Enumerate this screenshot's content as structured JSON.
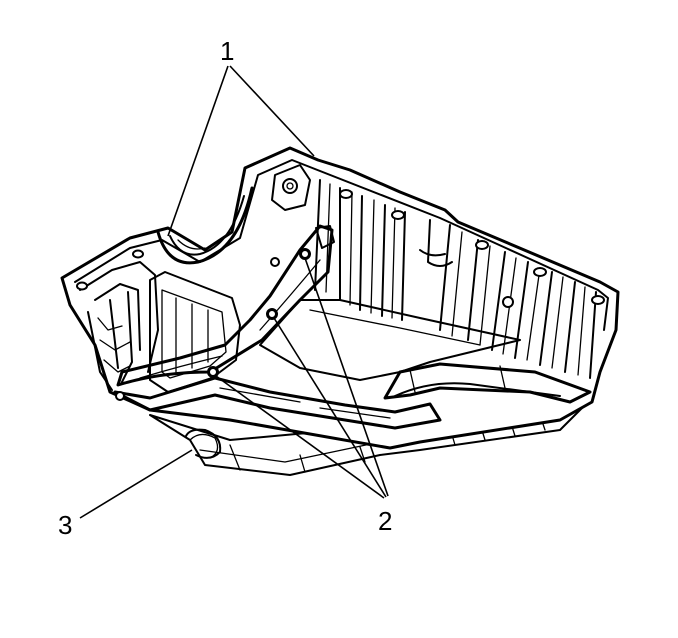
{
  "callouts": {
    "one": "1",
    "two": "2",
    "three": "3"
  },
  "colors": {
    "ink": "#000000",
    "background": "#ffffff"
  }
}
